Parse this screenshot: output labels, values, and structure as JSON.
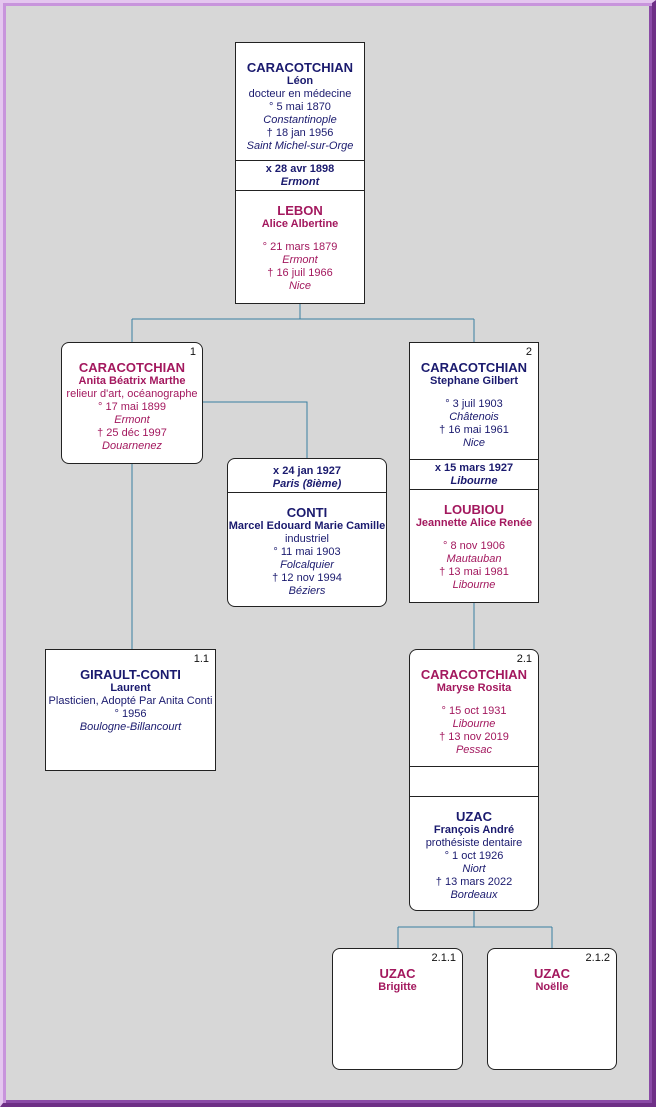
{
  "root": {
    "lastname": "CARACOTCHIAN",
    "firstname": "Léon",
    "occupation": "docteur en médecine",
    "birth": "° 5 mai 1870",
    "birth_place": "Constantinople",
    "death": "† 18 jan 1956",
    "death_place": "Saint Michel-sur-Orge",
    "marriage": "x 28 avr 1898",
    "marriage_place": "Ermont",
    "spouse": {
      "lastname": "LEBON",
      "firstname": "Alice Albertine",
      "birth": "° 21 mars 1879",
      "birth_place": "Ermont",
      "death": "† 16 juil 1966",
      "death_place": "Nice"
    }
  },
  "child1": {
    "number": "1",
    "lastname": "CARACOTCHIAN",
    "firstname": "Anita Béatrix Marthe",
    "occupation": "relieur d'art, océanographe",
    "birth": "° 17 mai 1899",
    "birth_place": "Ermont",
    "death": "† 25 déc 1997",
    "death_place": "Douarnenez",
    "marriage": "x 24 jan 1927",
    "marriage_place": "Paris (8ième)",
    "spouse": {
      "lastname": "CONTI",
      "firstname": "Marcel Edouard Marie Camille",
      "occupation": "industriel",
      "birth": "° 11 mai 1903",
      "birth_place": "Folcalquier",
      "death": "† 12 nov 1994",
      "death_place": "Béziers"
    }
  },
  "child1_1": {
    "number": "1.1",
    "lastname": "GIRAULT-CONTI",
    "firstname": "Laurent",
    "occupation": "Plasticien, Adopté Par Anita Conti",
    "birth": "° 1956",
    "birth_place": "Boulogne-Billancourt"
  },
  "child2": {
    "number": "2",
    "lastname": "CARACOTCHIAN",
    "firstname": "Stephane Gilbert",
    "birth": "° 3 juil 1903",
    "birth_place": "Châtenois",
    "death": "† 16 mai 1961",
    "death_place": "Nice",
    "marriage": "x 15 mars 1927",
    "marriage_place": "Libourne",
    "spouse": {
      "lastname": "LOUBIOU",
      "firstname": "Jeannette Alice Renée",
      "birth": "° 8 nov 1906",
      "birth_place": "Mautauban",
      "death": "† 13 mai 1981",
      "death_place": "Libourne"
    }
  },
  "child2_1": {
    "number": "2.1",
    "lastname": "CARACOTCHIAN",
    "firstname": "Maryse Rosita",
    "birth": "° 15 oct 1931",
    "birth_place": "Libourne",
    "death": "† 13 nov 2019",
    "death_place": "Pessac",
    "spouse": {
      "lastname": "UZAC",
      "firstname": "François André",
      "occupation": "prothésiste dentaire",
      "birth": "° 1 oct 1926",
      "birth_place": "Niort",
      "death": "† 13 mars 2022",
      "death_place": "Bordeaux"
    }
  },
  "child2_1_1": {
    "number": "2.1.1",
    "lastname": "UZAC",
    "firstname": "Brigitte"
  },
  "child2_1_2": {
    "number": "2.1.2",
    "lastname": "UZAC",
    "firstname": "Noëlle"
  }
}
